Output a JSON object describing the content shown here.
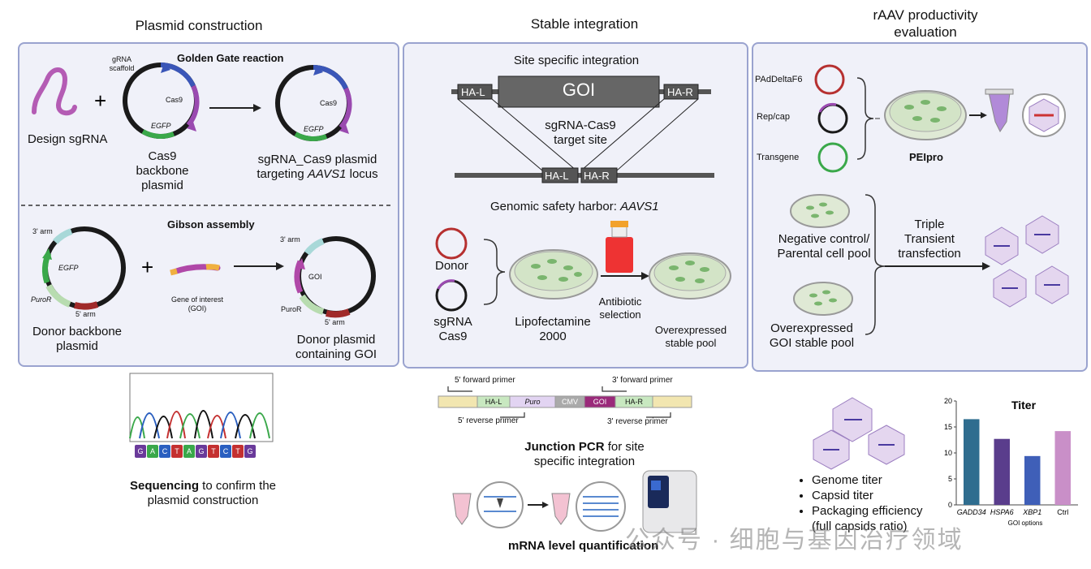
{
  "sections": {
    "plasmid": "Plasmid construction",
    "stable": "Stable integration",
    "raav_line1": "rAAV productivity",
    "raav_line2": "evaluation"
  },
  "plasmid": {
    "golden_gate": "Golden Gate reaction",
    "grna_scaffold_1": "gRNA",
    "grna_scaffold_2": "scaffold",
    "cas9": "Cas9",
    "egfp": "EGFP",
    "design_sgrna": "Design sgRNA",
    "backbone_1": "Cas9",
    "backbone_2": "backbone",
    "backbone_3": "plasmid",
    "product_1": "sgRNA_Cas9 plasmid",
    "product_2a": "targeting ",
    "product_2b": "AAVS1",
    "product_2c": " locus",
    "gibson": "Gibson assembly",
    "arm3": "3' arm",
    "arm5": "5' arm",
    "puror": "PuroR",
    "goi": "GOI",
    "goi_desc_1": "Gene of interest",
    "goi_desc_2": "(GOI)",
    "donor_bb_1": "Donor backbone",
    "donor_bb_2": "plasmid",
    "donor_goi_1": "Donor plasmid",
    "donor_goi_2": "containing GOI"
  },
  "stable": {
    "site_title": "Site specific integration",
    "hal": "HA-L",
    "har": "HA-R",
    "goi": "GOI",
    "target_1": "sgRNA-Cas9",
    "target_2": "target site",
    "harbor_a": "Genomic safety harbor: ",
    "harbor_b": "AAVS1",
    "donor": "Donor",
    "sgrna_1": "sgRNA",
    "sgrna_2": "Cas9",
    "lipo_1": "Lipofectamine",
    "lipo_2": "2000",
    "anti_1": "Antibiotic",
    "anti_2": "selection",
    "pool_1": "Overexpressed",
    "pool_2": "stable pool"
  },
  "raav": {
    "padelta": "PAdDeltaF6",
    "repcap": "Rep/cap",
    "transgene": "Transgene",
    "peipro": "PEIpro",
    "neg_1": "Negative control/",
    "neg_2": "Parental cell pool",
    "over_1": "Overexpressed",
    "over_2": "GOI stable pool",
    "triple_1": "Triple",
    "triple_2": "Transient",
    "triple_3": "transfection"
  },
  "sequencing": {
    "bases": [
      "G",
      "A",
      "C",
      "T",
      "A",
      "G",
      "T",
      "C",
      "T",
      "G"
    ],
    "line1_b": "Sequencing",
    "line1_r": " to confirm the",
    "line2": "plasmid construction"
  },
  "junction": {
    "fwd5": "5' forward primer",
    "fwd3": "3' forward primer",
    "rev5": "5' reverse primer",
    "rev3": "3' reverse primer",
    "seg_hal": "HA-L",
    "seg_puro": "Puro",
    "seg_cmv": "CMV",
    "seg_goi": "GOI",
    "seg_har": "HA-R",
    "title_b": "Junction PCR",
    "title_r": " for site",
    "title_2": "specific integration",
    "mrna": "mRNA level quantification"
  },
  "titer_list": [
    "Genome titer",
    "Capsid titer",
    "Packaging efficiency",
    "(full capsids ratio)"
  ],
  "chart_data": {
    "type": "bar",
    "title": "Titer",
    "categories": [
      "GADD34",
      "HSPA6",
      "XBP1",
      "Ctrl"
    ],
    "values": [
      16.5,
      12.7,
      9.4,
      14.2
    ],
    "colors": [
      "#2f6d8f",
      "#5a3d8c",
      "#3f5fb8",
      "#c98fc8"
    ],
    "ylim": [
      0,
      20
    ],
    "yticks": [
      0,
      5,
      10,
      15,
      20
    ],
    "xlabel": "GOI options",
    "ylabel": ""
  },
  "watermark": "公众号 · 细胞与基因治疗领域"
}
